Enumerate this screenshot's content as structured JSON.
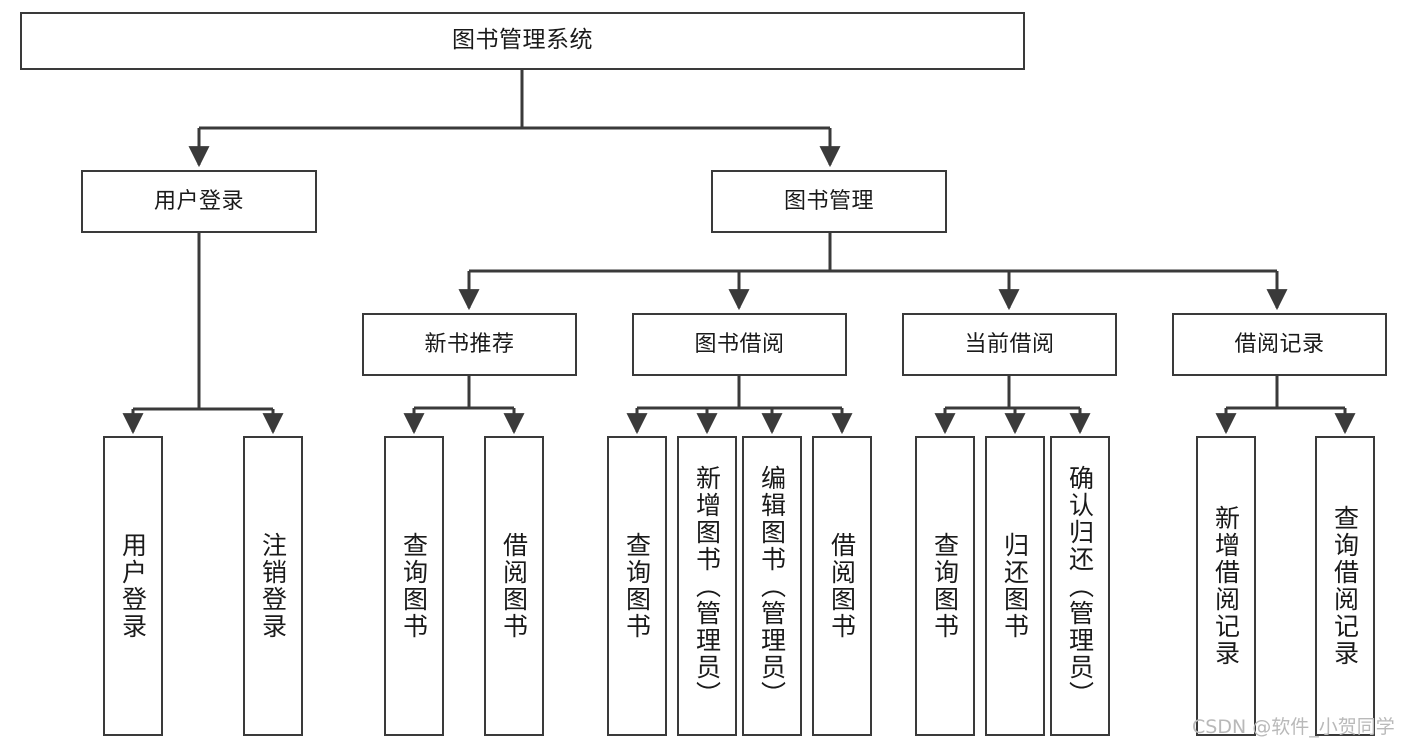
{
  "diagram": {
    "title": "图书管理系统",
    "type": "tree",
    "colors": {
      "box_border": "#3a3a3a",
      "box_fill": "#ffffff",
      "edge": "#3a3a3a",
      "text": "#1a1a1a",
      "watermark": "#b9b9b9",
      "background": "#ffffff"
    },
    "nodes": {
      "root": {
        "label": "图书管理系统",
        "orientation": "horizontal"
      },
      "level1": [
        {
          "id": "user-login",
          "label": "用户登录",
          "orientation": "horizontal"
        },
        {
          "id": "book-manage",
          "label": "图书管理",
          "orientation": "horizontal"
        }
      ],
      "level2": [
        {
          "id": "new-book-recommend",
          "label": "新书推荐",
          "orientation": "horizontal"
        },
        {
          "id": "book-borrow",
          "label": "图书借阅",
          "orientation": "horizontal"
        },
        {
          "id": "current-borrow",
          "label": "当前借阅",
          "orientation": "horizontal"
        },
        {
          "id": "borrow-record",
          "label": "借阅记录",
          "orientation": "horizontal"
        }
      ],
      "leaves": [
        {
          "id": "leaf-user-login",
          "label": "用户登录",
          "parent": "user-login",
          "orientation": "vertical"
        },
        {
          "id": "leaf-user-logout",
          "label": "注销登录",
          "parent": "user-login",
          "orientation": "vertical"
        },
        {
          "id": "leaf-query-book-1",
          "label": "查询图书",
          "parent": "new-book-recommend",
          "orientation": "vertical"
        },
        {
          "id": "leaf-borrow-book-1",
          "label": "借阅图书",
          "parent": "new-book-recommend",
          "orientation": "vertical"
        },
        {
          "id": "leaf-query-book-2",
          "label": "查询图书",
          "parent": "book-borrow",
          "orientation": "vertical"
        },
        {
          "id": "leaf-add-book",
          "label": "新增图书（管理员）",
          "parent": "book-borrow",
          "orientation": "vertical"
        },
        {
          "id": "leaf-edit-book",
          "label": "编辑图书（管理员）",
          "parent": "book-borrow",
          "orientation": "vertical"
        },
        {
          "id": "leaf-borrow-book-2",
          "label": "借阅图书",
          "parent": "book-borrow",
          "orientation": "vertical"
        },
        {
          "id": "leaf-query-book-3",
          "label": "查询图书",
          "parent": "current-borrow",
          "orientation": "vertical"
        },
        {
          "id": "leaf-return-book",
          "label": "归还图书",
          "parent": "current-borrow",
          "orientation": "vertical"
        },
        {
          "id": "leaf-confirm-return",
          "label": "确认归还（管理员）",
          "parent": "current-borrow",
          "orientation": "vertical"
        },
        {
          "id": "leaf-add-record",
          "label": "新增借阅记录",
          "parent": "borrow-record",
          "orientation": "vertical"
        },
        {
          "id": "leaf-query-record",
          "label": "查询借阅记录",
          "parent": "borrow-record",
          "orientation": "vertical"
        }
      ]
    },
    "watermark": "CSDN @软件_小贺同学"
  }
}
